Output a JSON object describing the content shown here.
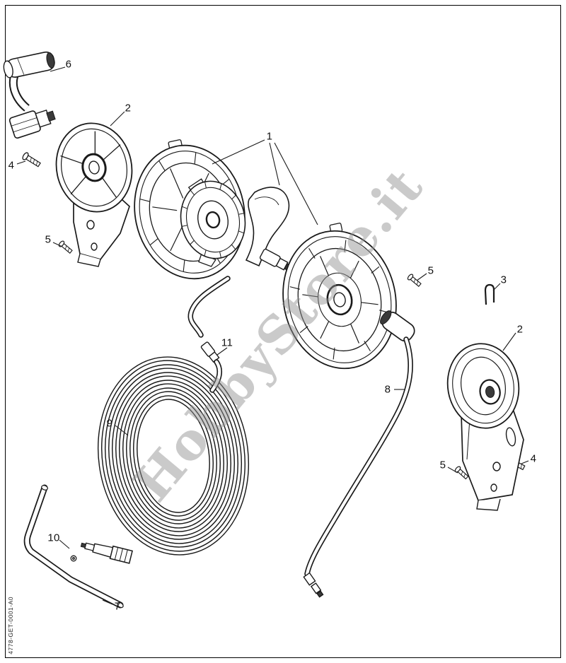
{
  "page": {
    "background_color": "#ffffff",
    "frame_color": "#000000",
    "line_color": "#1a1a1a"
  },
  "watermark": {
    "text": "HobbyStore.it",
    "color": "#919191"
  },
  "doc_code": {
    "text": "4778-GET-0001-A0"
  },
  "callouts": [
    {
      "label": "6"
    },
    {
      "label": "2"
    },
    {
      "label": "4"
    },
    {
      "label": "1"
    },
    {
      "label": "5"
    },
    {
      "label": "5"
    },
    {
      "label": "3"
    },
    {
      "label": "2"
    },
    {
      "label": "11"
    },
    {
      "label": "8"
    },
    {
      "label": "9"
    },
    {
      "label": "5"
    },
    {
      "label": "4"
    },
    {
      "label": "10"
    },
    {
      "label": "7"
    }
  ]
}
